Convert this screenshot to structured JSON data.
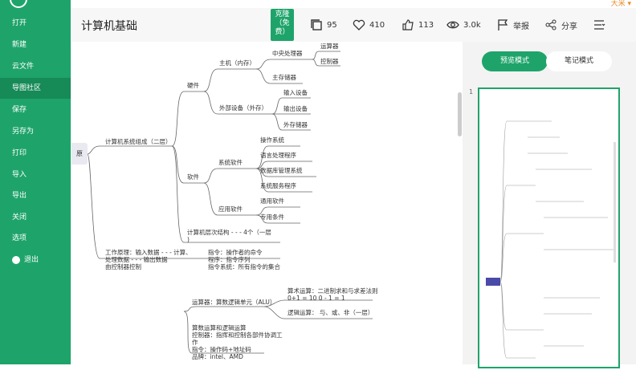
{
  "user": {
    "name": "大米 ▾"
  },
  "sidebar": {
    "items": [
      {
        "label": "打开"
      },
      {
        "label": "新建"
      },
      {
        "label": "云文件"
      },
      {
        "label": "导图社区"
      },
      {
        "label": "保存"
      },
      {
        "label": "另存为"
      },
      {
        "label": "打印"
      },
      {
        "label": "导入"
      },
      {
        "label": "导出"
      },
      {
        "label": "关闭"
      },
      {
        "label": "选项"
      },
      {
        "label": "退出"
      }
    ]
  },
  "header": {
    "title": "计算机基础",
    "clone": "克隆（免费）",
    "copies": "95",
    "favorites": "410",
    "likes": "113",
    "views": "3.0k",
    "report": "举报",
    "share": "分享"
  },
  "right_panel": {
    "preview_mode": "预览模式",
    "note_mode": "笔记模式",
    "page": "1"
  },
  "accent": "#1ea46a",
  "mindmap": {
    "root": "原",
    "n1": "计算机系统组成（二层）",
    "hw": "硬件",
    "host": "主机（内存）",
    "cpu": "中央处理器",
    "alu": "运算器",
    "ctrl": "控制器",
    "mem": "主存储器",
    "ext": "外部设备（外存）",
    "in": "输入设备",
    "out": "输出设备",
    "stor": "外存储器",
    "sw": "软件",
    "sys": "系统软件",
    "os": "操作系统",
    "lang": "语言处理程序",
    "db": "数据库管理系统",
    "svc": "系统服务程序",
    "app": "应用软件",
    "gen": "通用软件",
    "spec": "专用条件",
    "layers1": "计算机层次结构 - - - 4个（一层",
    "layers2": ")",
    "work1": "工作原理：输入数据 - - - 计算、",
    "work2": "处理数据 - - - 输出数据",
    "work3": "由控制器控制",
    "ins1": "指令：操作者的命令",
    "ins2": "程序：指令序列",
    "ins3": "指令系统：所有指令的集合",
    "aluf": "运算器：算数逻辑单元（ALU）",
    "arith1": "算术运算：二进制求和与求差法则",
    "arith2": "0+1 = 10 0 - 1 = 1",
    "logic": "逻辑运算： 与、或、非（一层）",
    "c1": "算数运算和逻辑运算",
    "c2": "控制器：指挥和控制各部件协调工",
    "c3": "作",
    "c4": "指令：操作码+地址码",
    "c5": "品牌：intel、AMD"
  }
}
